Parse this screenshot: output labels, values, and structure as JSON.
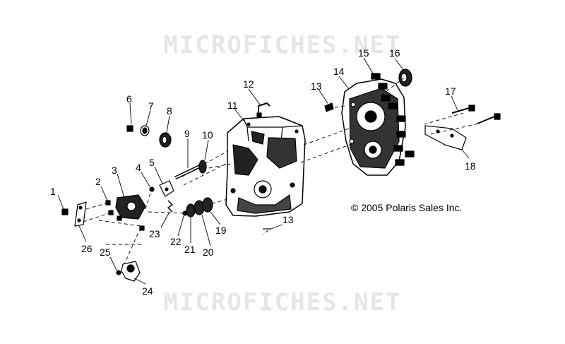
{
  "watermark": {
    "text": "MICROFICHES.NET"
  },
  "copyright": "© 2005 Polaris Sales Inc.",
  "callouts": [
    {
      "id": "c1",
      "label": "1"
    },
    {
      "id": "c2",
      "label": "2"
    },
    {
      "id": "c3",
      "label": "3"
    },
    {
      "id": "c4",
      "label": "4"
    },
    {
      "id": "c5",
      "label": "5"
    },
    {
      "id": "c6",
      "label": "6"
    },
    {
      "id": "c7",
      "label": "7"
    },
    {
      "id": "c8",
      "label": "8"
    },
    {
      "id": "c9",
      "label": "9"
    },
    {
      "id": "c10",
      "label": "10"
    },
    {
      "id": "c11",
      "label": "11"
    },
    {
      "id": "c12",
      "label": "12"
    },
    {
      "id": "c13a",
      "label": "13"
    },
    {
      "id": "c13b",
      "label": "13"
    },
    {
      "id": "c14",
      "label": "14"
    },
    {
      "id": "c15",
      "label": "15"
    },
    {
      "id": "c16",
      "label": "16"
    },
    {
      "id": "c17",
      "label": "17"
    },
    {
      "id": "c18",
      "label": "18"
    },
    {
      "id": "c19",
      "label": "19"
    },
    {
      "id": "c20",
      "label": "20"
    },
    {
      "id": "c21",
      "label": "21"
    },
    {
      "id": "c22",
      "label": "22"
    },
    {
      "id": "c23",
      "label": "23"
    },
    {
      "id": "c24",
      "label": "24"
    },
    {
      "id": "c25",
      "label": "25"
    },
    {
      "id": "c26",
      "label": "26"
    }
  ]
}
